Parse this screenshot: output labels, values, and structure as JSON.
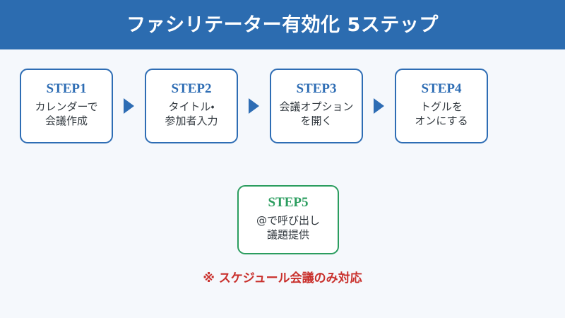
{
  "header": {
    "title": "ファシリテーター有効化 5ステップ",
    "background_color": "#2c6cb0",
    "text_color": "#ffffff"
  },
  "page": {
    "background_color": "#f5f8fc"
  },
  "flow": {
    "arrow_icon": "triangle-right-icon",
    "arrow_color": "#2e6db4",
    "steps": [
      {
        "label": "STEP1",
        "line1": "カレンダーで",
        "line2": "会議作成",
        "border_color": "#2e6db4",
        "label_color": "#2e6db4"
      },
      {
        "label": "STEP2",
        "line1": "タイトル・",
        "line2": "参加者入力",
        "border_color": "#2e6db4",
        "label_color": "#2e6db4"
      },
      {
        "label": "STEP3",
        "line1": "会議オプション",
        "line2": "を開く",
        "border_color": "#2e6db4",
        "label_color": "#2e6db4"
      },
      {
        "label": "STEP4",
        "line1": "トグルを",
        "line2": "オンにする",
        "border_color": "#2e6db4",
        "label_color": "#2e6db4"
      }
    ]
  },
  "step5": {
    "label": "STEP5",
    "line1": "@で呼び出し",
    "line2": "議題提供",
    "border_color": "#2b9d5f",
    "label_color": "#2b9d5f"
  },
  "footnote": {
    "text": "※ スケジュール会議のみ対応",
    "color": "#c9302c"
  }
}
